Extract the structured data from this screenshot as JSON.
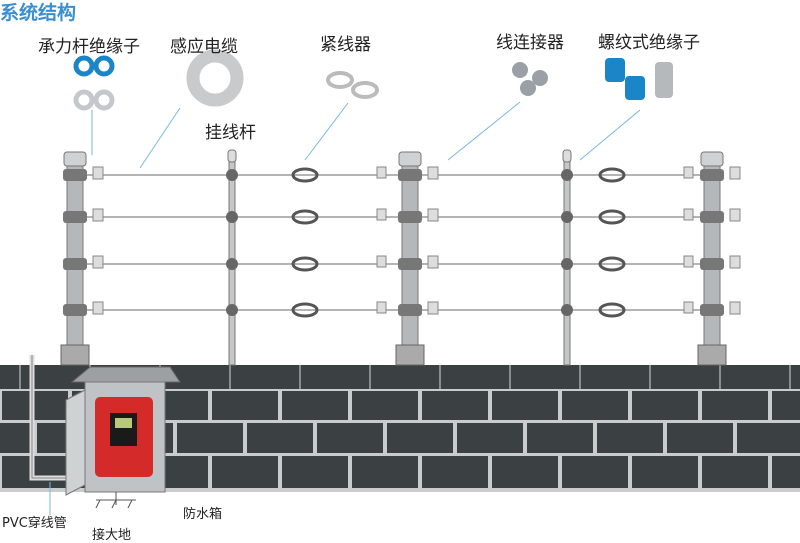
{
  "title": "系统结构",
  "labels": {
    "bearing_insulator": "承力杆绝缘子",
    "sensing_cable": "感应电缆",
    "hanging_pole": "挂线杆",
    "tensioner": "紧线器",
    "wire_connector": "线连接器",
    "threaded_insulator": "螺纹式绝缘子",
    "pvc_conduit": "PVC穿线管",
    "grounding": "接大地",
    "waterproof_box": "防水箱"
  },
  "colors": {
    "title": "#3a8fd0",
    "brick": "#3b4043",
    "mortar": "#c9cccd",
    "controller": "#d42a2a",
    "pointer": "#7ab8dc",
    "insulator_blue": "#1a86c8"
  }
}
